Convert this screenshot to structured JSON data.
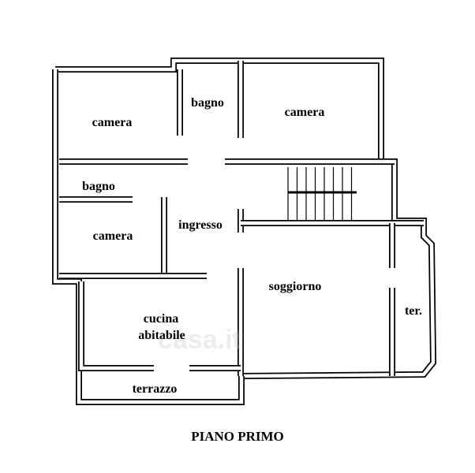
{
  "title": "PIANO PRIMO",
  "watermark": "casa.it",
  "rooms": {
    "camera_top_left": "camera",
    "bagno_top": "bagno",
    "camera_top_right": "camera",
    "bagno_left": "bagno",
    "camera_left": "camera",
    "ingresso": "ingresso",
    "soggiorno": "soggiorno",
    "cucina_line1": "cucina",
    "cucina_line2": "abitabile",
    "terrazzino": "ter.",
    "terrazzo": "terrazzo"
  }
}
